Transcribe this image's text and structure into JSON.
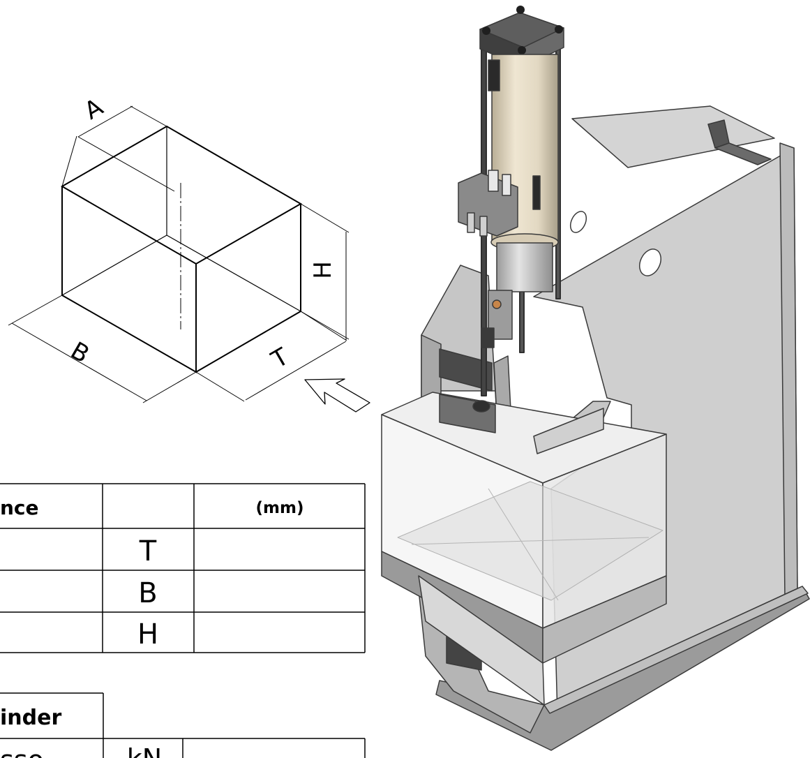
{
  "box_diagram": {
    "labels": {
      "a": "A",
      "b": "B",
      "h": "H",
      "t": "T"
    }
  },
  "dimensions_table": {
    "header_label": "nce",
    "header_unit": "(mm)",
    "rows": [
      {
        "symbol": "T"
      },
      {
        "symbol": "B"
      },
      {
        "symbol": "H"
      }
    ]
  },
  "cylinder_table": {
    "header_label": "inder",
    "row_label": "sso",
    "row_unit": "kN"
  }
}
